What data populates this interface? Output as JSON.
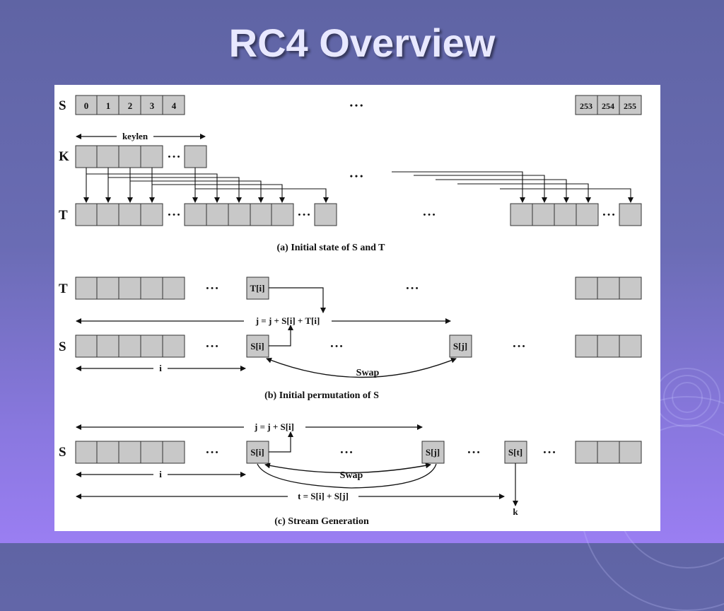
{
  "slide": {
    "title": "RC4 Overview"
  },
  "diagram": {
    "part_a": {
      "row_labels": [
        "S",
        "K",
        "T"
      ],
      "s_cells_start": [
        "0",
        "1",
        "2",
        "3",
        "4"
      ],
      "s_cells_end": [
        "253",
        "254",
        "255"
      ],
      "ellipsis": "• • •",
      "keylen_label": "keylen",
      "caption": "(a) Initial state of S and T"
    },
    "part_b": {
      "row_labels": [
        "T",
        "S"
      ],
      "t_i_label": "T[i]",
      "s_i_label": "S[i]",
      "s_j_label": "S[j]",
      "j_formula": "j = j + S[i] + T[i]",
      "i_label": "i",
      "swap_label": "Swap",
      "caption": "(b) Initial permutation of S"
    },
    "part_c": {
      "row_label": "S",
      "s_i_label": "S[i]",
      "s_j_label": "S[j]",
      "s_t_label": "S[t]",
      "j_formula": "j = j + S[i]",
      "i_label": "i",
      "swap_label": "Swap",
      "t_formula": "t = S[i] + S[j]",
      "k_label": "k",
      "caption": "(c) Stream Generation"
    }
  },
  "colors": {
    "cell_fill": "#c8c8c8",
    "cell_stroke": "#333333",
    "line": "#111111",
    "title_text": "#e8e8ff"
  }
}
